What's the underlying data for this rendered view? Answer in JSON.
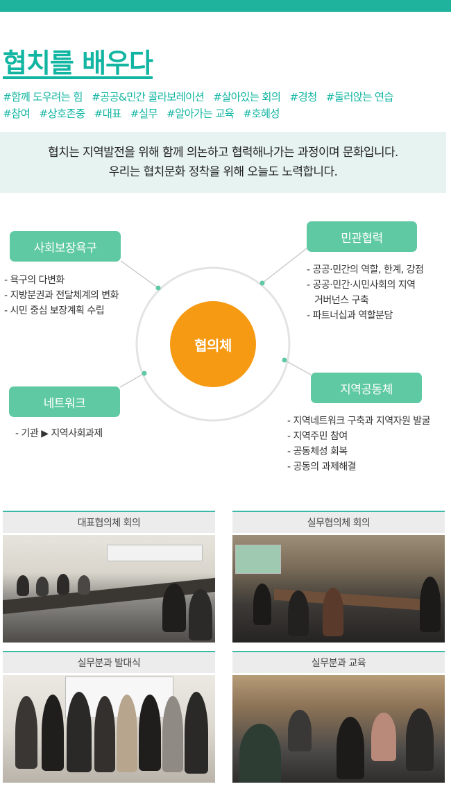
{
  "page": {
    "title": "협치를 배우다",
    "tag_lines": [
      [
        "#함께 도우려는 힘",
        "#공공&민간 콜라보레이션",
        "#살아있는 회의",
        "#경청",
        "#둘러앉는 연습"
      ],
      [
        "#참여",
        "#상호존중",
        "#대표",
        "#실무",
        "#알아가는 교육",
        "#호혜성"
      ]
    ],
    "intro": [
      "협치는 지역발전을 위해 함께 의논하고 협력해나가는 과정이며 문화입니다.",
      "우리는 협치문화 정착을 위해 오늘도 노력합니다."
    ]
  },
  "diagram": {
    "center": "협의체",
    "social": {
      "label": "사회보장욕구",
      "items": [
        "- 욕구의 다변화",
        "- 지방분권과 전달체계의 변화",
        "- 시민 중심 보장계획 수립"
      ]
    },
    "private": {
      "label": "민관협력",
      "items": [
        "- 공공·민간의 역할, 한계, 강점",
        "- 공공·민간·시민사회의 지역",
        "거버넌스 구축",
        "- 파트너십과 역할분담"
      ]
    },
    "network": {
      "label": "네트워크",
      "items": [
        "- 기관 ▶ 지역사회과제"
      ]
    },
    "community": {
      "label": "지역공동체",
      "items": [
        "- 지역네트워크 구축과 지역자원 발굴",
        "- 지역주민 참여",
        "- 공동체성 회복",
        "- 공동의 과제해결"
      ]
    }
  },
  "photos": [
    {
      "caption": "대표협의체 회의"
    },
    {
      "caption": "실무협의체 회의"
    },
    {
      "caption": "실무분과 발대식"
    },
    {
      "caption": "실무분과 교육"
    }
  ],
  "colors": {
    "accent": "#12b5a2",
    "pill": "#5ec9a2",
    "center": "#f59a12",
    "intro_bg": "#e7f3f1"
  }
}
